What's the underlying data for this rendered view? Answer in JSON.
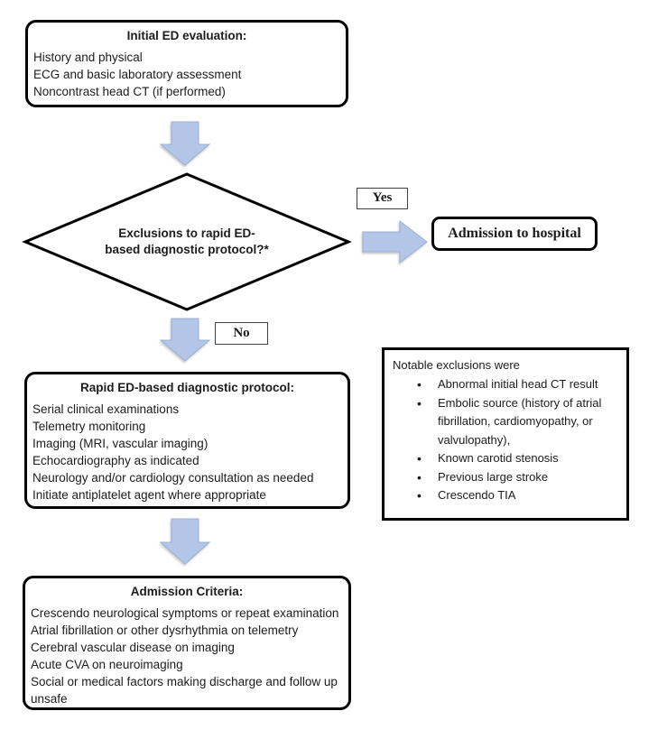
{
  "colors": {
    "arrow_fill": "#b4c6e7",
    "arrow_stroke": "#9db0cf",
    "box_border": "#000000"
  },
  "flowchart": {
    "initial_box": {
      "title": "Initial ED evaluation:",
      "lines": [
        "History and physical",
        "ECG and basic laboratory assessment",
        "Noncontrast head CT (if performed)"
      ]
    },
    "decision_diamond": {
      "label": "Exclusions to rapid ED-\nbased diagnostic protocol?*"
    },
    "yes_label": "Yes",
    "no_label": "No",
    "admission_hospital_box": {
      "label": "Admission to hospital"
    },
    "rapid_protocol_box": {
      "title": "Rapid ED-based diagnostic protocol:",
      "lines": [
        "Serial clinical examinations",
        "Telemetry monitoring",
        "Imaging (MRI, vascular imaging)",
        "Echocardiography as indicated",
        "Neurology and/or cardiology consultation as needed",
        "Initiate antiplatelet agent where appropriate"
      ]
    },
    "notable_exclusions_box": {
      "title": "Notable exclusions were",
      "items": [
        "Abnormal initial head CT result",
        "Embolic source (history of atrial\nfibrillation, cardiomyopathy, or\nvalvulopathy),",
        "Known carotid stenosis",
        "Previous large stroke",
        "Crescendo TIA"
      ]
    },
    "admission_criteria_box": {
      "title": "Admission Criteria:",
      "lines": [
        "Crescendo neurological symptoms or repeat examination",
        "Atrial fibrillation or other dysrhythmia on telemetry",
        "Cerebral vascular disease on imaging",
        "Acute CVA on neuroimaging",
        "Social or medical factors making discharge and follow up\nunsafe"
      ]
    }
  }
}
